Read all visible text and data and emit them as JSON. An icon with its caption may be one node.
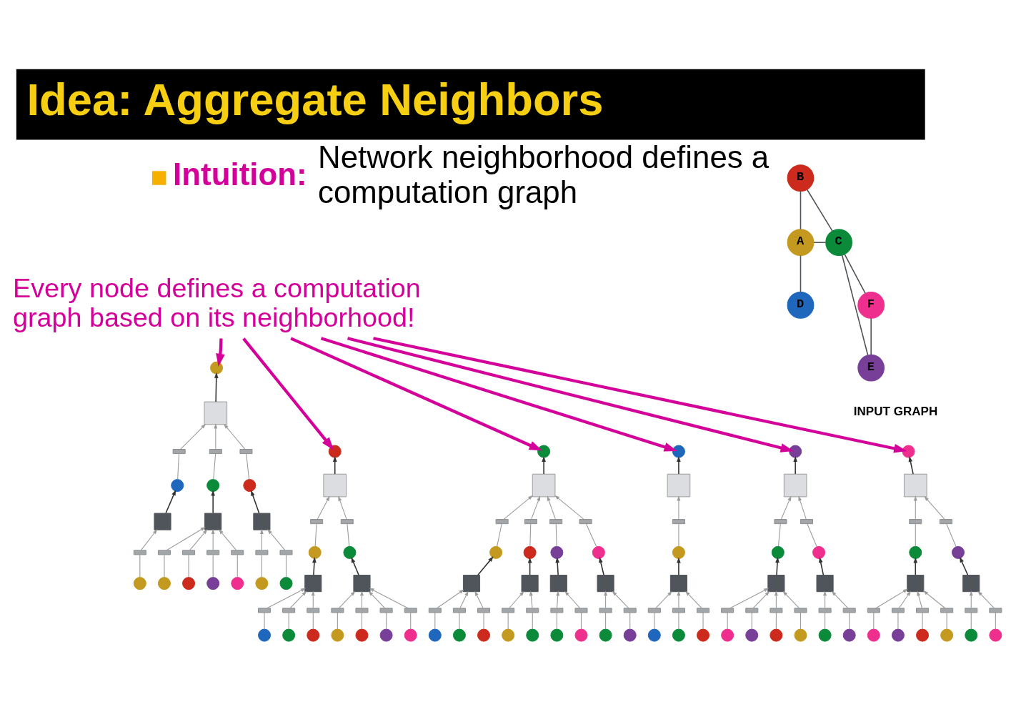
{
  "diagram": {
    "title": "Idea: Aggregate Neighbors",
    "nodes": [
      {
        "text": [
          "A"
        ]
      },
      {
        "text": [
          "B"
        ]
      },
      {
        "text": [
          "C"
        ]
      },
      {
        "text": [
          "D"
        ]
      },
      {
        "text": [
          "E"
        ]
      },
      {
        "text": [
          "F"
        ]
      },
      {
        "text": [
          "Every node defines a computation graph based on its neighborhood!"
        ]
      },
      {
        "text": [],
        "shape": "circle"
      },
      {
        "text": [],
        "shape": "box"
      },
      {
        "text": [],
        "shape": "bar"
      },
      {
        "text": [],
        "shape": "bar"
      },
      {
        "text": [],
        "shape": "bar"
      },
      {
        "text": [],
        "shape": "circle"
      },
      {
        "text": [],
        "shape": "circle"
      },
      {
        "text": [],
        "shape": "circle"
      },
      {
        "text": [],
        "shape": "box"
      },
      {
        "text": [],
        "shape": "box"
      },
      {
        "text": [],
        "shape": "box"
      },
      {
        "text": [],
        "shape": "bar"
      },
      {
        "text": [],
        "shape": "bar"
      },
      {
        "text": [],
        "shape": "bar"
      },
      {
        "text": [],
        "shape": "bar"
      },
      {
        "text": [],
        "shape": "bar"
      },
      {
        "text": [],
        "shape": "bar"
      },
      {
        "text": [],
        "shape": "bar"
      },
      {
        "text": [],
        "shape": "circle"
      },
      {
        "text": [],
        "shape": "circle"
      },
      {
        "text": [],
        "shape": "circle"
      },
      {
        "text": [],
        "shape": "circle"
      },
      {
        "text": [],
        "shape": "circle"
      },
      {
        "text": [],
        "shape": "circle"
      },
      {
        "text": [],
        "shape": "circle"
      },
      {
        "text": [],
        "shape": "circle"
      },
      {
        "text": [],
        "shape": "box"
      },
      {
        "text": [],
        "shape": "bar"
      },
      {
        "text": [],
        "shape": "bar"
      },
      {
        "text": [],
        "shape": "circle"
      },
      {
        "text": [],
        "shape": "circle"
      },
      {
        "text": [],
        "shape": "box"
      },
      {
        "text": [],
        "shape": "box"
      },
      {
        "text": [],
        "shape": "bar"
      },
      {
        "text": [],
        "shape": "bar"
      },
      {
        "text": [],
        "shape": "bar"
      },
      {
        "text": [],
        "shape": "bar"
      },
      {
        "text": [],
        "shape": "bar"
      },
      {
        "text": [],
        "shape": "bar"
      },
      {
        "text": [],
        "shape": "bar"
      },
      {
        "text": [],
        "shape": "circle"
      },
      {
        "text": [],
        "shape": "circle"
      },
      {
        "text": [],
        "shape": "circle"
      },
      {
        "text": [],
        "shape": "circle"
      },
      {
        "text": [],
        "shape": "circle"
      },
      {
        "text": [],
        "shape": "circle"
      },
      {
        "text": [],
        "shape": "circle"
      },
      {
        "text": [],
        "shape": "circle"
      },
      {
        "text": [],
        "shape": "box"
      },
      {
        "text": [],
        "shape": "bar"
      },
      {
        "text": [],
        "shape": "bar"
      },
      {
        "text": [],
        "shape": "bar"
      },
      {
        "text": [],
        "shape": "bar"
      },
      {
        "text": [],
        "shape": "circle"
      },
      {
        "text": [],
        "shape": "circle"
      },
      {
        "text": [],
        "shape": "circle"
      },
      {
        "text": [],
        "shape": "circle"
      },
      {
        "text": [],
        "shape": "box"
      },
      {
        "text": [],
        "shape": "box"
      },
      {
        "text": [],
        "shape": "box"
      },
      {
        "text": [],
        "shape": "box"
      },
      {
        "text": [],
        "shape": "bar"
      },
      {
        "text": [],
        "shape": "bar"
      },
      {
        "text": [],
        "shape": "bar"
      },
      {
        "text": [],
        "shape": "bar"
      },
      {
        "text": [],
        "shape": "bar"
      },
      {
        "text": [],
        "shape": "bar"
      },
      {
        "text": [],
        "shape": "bar"
      },
      {
        "text": [],
        "shape": "bar"
      },
      {
        "text": [],
        "shape": "bar"
      },
      {
        "text": [],
        "shape": "circle"
      },
      {
        "text": [],
        "shape": "circle"
      },
      {
        "text": [],
        "shape": "circle"
      },
      {
        "text": [],
        "shape": "circle"
      },
      {
        "text": [],
        "shape": "circle"
      },
      {
        "text": [],
        "shape": "circle"
      },
      {
        "text": [],
        "shape": "circle"
      },
      {
        "text": [],
        "shape": "circle"
      },
      {
        "text": [],
        "shape": "circle"
      },
      {
        "text": [],
        "shape": "circle"
      },
      {
        "text": [],
        "shape": "box"
      },
      {
        "text": [],
        "shape": "bar"
      },
      {
        "text": [],
        "shape": "circle"
      },
      {
        "text": [],
        "shape": "box"
      },
      {
        "text": [],
        "shape": "bar"
      },
      {
        "text": [],
        "shape": "bar"
      },
      {
        "text": [],
        "shape": "bar"
      },
      {
        "text": [],
        "shape": "circle"
      },
      {
        "text": [],
        "shape": "circle"
      },
      {
        "text": [],
        "shape": "circle"
      },
      {
        "text": [],
        "shape": "circle"
      },
      {
        "text": [],
        "shape": "box"
      },
      {
        "text": [],
        "shape": "bar"
      },
      {
        "text": [],
        "shape": "bar"
      },
      {
        "text": [],
        "shape": "circle"
      },
      {
        "text": [],
        "shape": "circle"
      },
      {
        "text": [],
        "shape": "box"
      },
      {
        "text": [],
        "shape": "box"
      },
      {
        "text": [],
        "shape": "bar"
      },
      {
        "text": [],
        "shape": "bar"
      },
      {
        "text": [],
        "shape": "bar"
      },
      {
        "text": [],
        "shape": "bar"
      },
      {
        "text": [],
        "shape": "bar"
      },
      {
        "text": [],
        "shape": "bar"
      },
      {
        "text": [],
        "shape": "circle"
      },
      {
        "text": [],
        "shape": "circle"
      },
      {
        "text": [],
        "shape": "circle"
      },
      {
        "text": [],
        "shape": "circle"
      },
      {
        "text": [],
        "shape": "circle"
      },
      {
        "text": [],
        "shape": "circle"
      },
      {
        "text": [],
        "shape": "circle"
      },
      {
        "text": [],
        "shape": "box"
      },
      {
        "text": [],
        "shape": "bar"
      },
      {
        "text": [],
        "shape": "bar"
      },
      {
        "text": [],
        "shape": "circle"
      },
      {
        "text": [],
        "shape": "circle"
      },
      {
        "text": [],
        "shape": "box"
      },
      {
        "text": [],
        "shape": "box"
      },
      {
        "text": [],
        "shape": "bar"
      },
      {
        "text": [],
        "shape": "bar"
      },
      {
        "text": [],
        "shape": "bar"
      },
      {
        "text": [],
        "shape": "bar"
      },
      {
        "text": [],
        "shape": "bar"
      },
      {
        "text": [],
        "shape": "bar"
      },
      {
        "text": [],
        "shape": "circle"
      },
      {
        "text": [],
        "shape": "circle"
      },
      {
        "text": [],
        "shape": "circle"
      },
      {
        "text": [],
        "shape": "circle"
      },
      {
        "text": [],
        "shape": "circle"
      },
      {
        "text": [],
        "shape": "circle"
      }
    ],
    "edges": [
      {
        "from": 0,
        "to": 1,
        "arrow": "none",
        "color": "#4d5257"
      },
      {
        "from": 2,
        "to": 1,
        "arrow": "none",
        "color": "#4d5257"
      },
      {
        "from": 0,
        "to": 2,
        "arrow": "none",
        "color": "#4d5257"
      },
      {
        "from": 3,
        "to": 0,
        "arrow": "none",
        "color": "#4d5257"
      },
      {
        "from": 4,
        "to": 2,
        "arrow": "none",
        "color": "#4d5257"
      },
      {
        "from": 5,
        "to": 2,
        "arrow": "none",
        "color": "#4d5257"
      },
      {
        "from": 4,
        "to": 5,
        "arrow": "none",
        "color": "#4d5257"
      },
      {
        "from": 6,
        "to": 7,
        "arrow": "to",
        "style": "thick",
        "color": "#d4009a"
      },
      {
        "from": 6,
        "to": 32,
        "arrow": "to",
        "style": "thick",
        "color": "#d4009a"
      },
      {
        "from": 6,
        "to": 54,
        "arrow": "to",
        "style": "thick",
        "color": "#d4009a"
      },
      {
        "from": 6,
        "to": 86,
        "arrow": "to",
        "style": "thick",
        "color": "#d4009a"
      },
      {
        "from": 6,
        "to": 97,
        "arrow": "to",
        "style": "thick",
        "color": "#d4009a"
      },
      {
        "from": 6,
        "to": 117,
        "arrow": "to",
        "style": "thick",
        "color": "#d4009a"
      },
      {
        "from": 8,
        "to": 7,
        "arrow": "to",
        "color": "#333333"
      },
      {
        "from": 12,
        "to": 9,
        "arrow": "none"
      },
      {
        "from": 9,
        "to": 8,
        "arrow": "to"
      },
      {
        "from": 13,
        "to": 10,
        "arrow": "none"
      },
      {
        "from": 10,
        "to": 8,
        "arrow": "to"
      },
      {
        "from": 14,
        "to": 11,
        "arrow": "none"
      },
      {
        "from": 11,
        "to": 8,
        "arrow": "to"
      },
      {
        "from": 15,
        "to": 12,
        "arrow": "to",
        "color": "#333333"
      },
      {
        "from": 16,
        "to": 13,
        "arrow": "to",
        "color": "#333333"
      },
      {
        "from": 17,
        "to": 14,
        "arrow": "to",
        "color": "#333333"
      },
      {
        "from": 25,
        "to": 18,
        "arrow": "none"
      },
      {
        "from": 18,
        "to": 15,
        "arrow": "to"
      },
      {
        "from": 26,
        "to": 19,
        "arrow": "none"
      },
      {
        "from": 19,
        "to": 16,
        "arrow": "to"
      },
      {
        "from": 27,
        "to": 20,
        "arrow": "none"
      },
      {
        "from": 20,
        "to": 16,
        "arrow": "to"
      },
      {
        "from": 28,
        "to": 21,
        "arrow": "none"
      },
      {
        "from": 21,
        "to": 16,
        "arrow": "to"
      },
      {
        "from": 29,
        "to": 22,
        "arrow": "none"
      },
      {
        "from": 22,
        "to": 16,
        "arrow": "to"
      },
      {
        "from": 30,
        "to": 23,
        "arrow": "none"
      },
      {
        "from": 23,
        "to": 17,
        "arrow": "to"
      },
      {
        "from": 31,
        "to": 24,
        "arrow": "none"
      },
      {
        "from": 24,
        "to": 17,
        "arrow": "to"
      },
      {
        "from": 33,
        "to": 32,
        "arrow": "to",
        "color": "#333333"
      },
      {
        "from": 36,
        "to": 34,
        "arrow": "none"
      },
      {
        "from": 34,
        "to": 33,
        "arrow": "to"
      },
      {
        "from": 37,
        "to": 35,
        "arrow": "none"
      },
      {
        "from": 35,
        "to": 33,
        "arrow": "to"
      },
      {
        "from": 38,
        "to": 36,
        "arrow": "to",
        "color": "#333333"
      },
      {
        "from": 39,
        "to": 37,
        "arrow": "to",
        "color": "#333333"
      },
      {
        "from": 47,
        "to": 40,
        "arrow": "none"
      },
      {
        "from": 40,
        "to": 38,
        "arrow": "to"
      },
      {
        "from": 48,
        "to": 41,
        "arrow": "none"
      },
      {
        "from": 41,
        "to": 38,
        "arrow": "to"
      },
      {
        "from": 49,
        "to": 42,
        "arrow": "none"
      },
      {
        "from": 42,
        "to": 38,
        "arrow": "to"
      },
      {
        "from": 50,
        "to": 43,
        "arrow": "none"
      },
      {
        "from": 43,
        "to": 39,
        "arrow": "to"
      },
      {
        "from": 51,
        "to": 44,
        "arrow": "none"
      },
      {
        "from": 44,
        "to": 39,
        "arrow": "to"
      },
      {
        "from": 52,
        "to": 45,
        "arrow": "none"
      },
      {
        "from": 45,
        "to": 39,
        "arrow": "to"
      },
      {
        "from": 53,
        "to": 46,
        "arrow": "none"
      },
      {
        "from": 46,
        "to": 39,
        "arrow": "to"
      },
      {
        "from": 55,
        "to": 54,
        "arrow": "to",
        "color": "#333333"
      },
      {
        "from": 60,
        "to": 56,
        "arrow": "none"
      },
      {
        "from": 56,
        "to": 55,
        "arrow": "to"
      },
      {
        "from": 61,
        "to": 57,
        "arrow": "none"
      },
      {
        "from": 57,
        "to": 55,
        "arrow": "to"
      },
      {
        "from": 62,
        "to": 58,
        "arrow": "none"
      },
      {
        "from": 58,
        "to": 55,
        "arrow": "to"
      },
      {
        "from": 63,
        "to": 59,
        "arrow": "none"
      },
      {
        "from": 59,
        "to": 55,
        "arrow": "to"
      },
      {
        "from": 64,
        "to": 60,
        "arrow": "to",
        "color": "#333333"
      },
      {
        "from": 65,
        "to": 61,
        "arrow": "to",
        "color": "#333333"
      },
      {
        "from": 66,
        "to": 62,
        "arrow": "to",
        "color": "#333333"
      },
      {
        "from": 67,
        "to": 63,
        "arrow": "to",
        "color": "#333333"
      },
      {
        "from": 77,
        "to": 68,
        "arrow": "none"
      },
      {
        "from": 68,
        "to": 64,
        "arrow": "to"
      },
      {
        "from": 78,
        "to": 69,
        "arrow": "none"
      },
      {
        "from": 69,
        "to": 64,
        "arrow": "to"
      },
      {
        "from": 79,
        "to": 70,
        "arrow": "none"
      },
      {
        "from": 70,
        "to": 64,
        "arrow": "to"
      },
      {
        "from": 80,
        "to": 71,
        "arrow": "none"
      },
      {
        "from": 71,
        "to": 65,
        "arrow": "to"
      },
      {
        "from": 81,
        "to": 72,
        "arrow": "none"
      },
      {
        "from": 72,
        "to": 65,
        "arrow": "to"
      },
      {
        "from": 82,
        "to": 73,
        "arrow": "none"
      },
      {
        "from": 73,
        "to": 66,
        "arrow": "to"
      },
      {
        "from": 83,
        "to": 74,
        "arrow": "none"
      },
      {
        "from": 74,
        "to": 66,
        "arrow": "to"
      },
      {
        "from": 84,
        "to": 75,
        "arrow": "none"
      },
      {
        "from": 75,
        "to": 67,
        "arrow": "to"
      },
      {
        "from": 85,
        "to": 76,
        "arrow": "none"
      },
      {
        "from": 76,
        "to": 67,
        "arrow": "to"
      },
      {
        "from": 87,
        "to": 86,
        "arrow": "to",
        "color": "#333333"
      },
      {
        "from": 89,
        "to": 88,
        "arrow": "none"
      },
      {
        "from": 88,
        "to": 87,
        "arrow": "to"
      },
      {
        "from": 90,
        "to": 89,
        "arrow": "to",
        "color": "#333333"
      },
      {
        "from": 94,
        "to": 91,
        "arrow": "none"
      },
      {
        "from": 91,
        "to": 90,
        "arrow": "to"
      },
      {
        "from": 95,
        "to": 92,
        "arrow": "none"
      },
      {
        "from": 92,
        "to": 90,
        "arrow": "to"
      },
      {
        "from": 96,
        "to": 93,
        "arrow": "none"
      },
      {
        "from": 93,
        "to": 90,
        "arrow": "to"
      },
      {
        "from": 98,
        "to": 97,
        "arrow": "to",
        "color": "#333333"
      },
      {
        "from": 101,
        "to": 99,
        "arrow": "none"
      },
      {
        "from": 99,
        "to": 98,
        "arrow": "to"
      },
      {
        "from": 102,
        "to": 100,
        "arrow": "none"
      },
      {
        "from": 100,
        "to": 98,
        "arrow": "to"
      },
      {
        "from": 103,
        "to": 101,
        "arrow": "to",
        "color": "#333333"
      },
      {
        "from": 104,
        "to": 102,
        "arrow": "to",
        "color": "#333333"
      },
      {
        "from": 111,
        "to": 105,
        "arrow": "none"
      },
      {
        "from": 105,
        "to": 103,
        "arrow": "to"
      },
      {
        "from": 112,
        "to": 106,
        "arrow": "none"
      },
      {
        "from": 106,
        "to": 103,
        "arrow": "to"
      },
      {
        "from": 113,
        "to": 107,
        "arrow": "none"
      },
      {
        "from": 107,
        "to": 103,
        "arrow": "to"
      },
      {
        "from": 114,
        "to": 108,
        "arrow": "none"
      },
      {
        "from": 108,
        "to": 103,
        "arrow": "to"
      },
      {
        "from": 115,
        "to": 109,
        "arrow": "none"
      },
      {
        "from": 109,
        "to": 104,
        "arrow": "to"
      },
      {
        "from": 116,
        "to": 110,
        "arrow": "none"
      },
      {
        "from": 110,
        "to": 104,
        "arrow": "to"
      },
      {
        "from": 118,
        "to": 117,
        "arrow": "to",
        "color": "#333333"
      },
      {
        "from": 121,
        "to": 119,
        "arrow": "none"
      },
      {
        "from": 119,
        "to": 118,
        "arrow": "to"
      },
      {
        "from": 122,
        "to": 120,
        "arrow": "none"
      },
      {
        "from": 120,
        "to": 118,
        "arrow": "to"
      },
      {
        "from": 123,
        "to": 121,
        "arrow": "to",
        "color": "#333333"
      },
      {
        "from": 124,
        "to": 122,
        "arrow": "to",
        "color": "#333333"
      },
      {
        "from": 131,
        "to": 125,
        "arrow": "none"
      },
      {
        "from": 125,
        "to": 123,
        "arrow": "to"
      },
      {
        "from": 132,
        "to": 126,
        "arrow": "none"
      },
      {
        "from": 126,
        "to": 123,
        "arrow": "to"
      },
      {
        "from": 133,
        "to": 127,
        "arrow": "none"
      },
      {
        "from": 127,
        "to": 123,
        "arrow": "to"
      },
      {
        "from": 134,
        "to": 128,
        "arrow": "none"
      },
      {
        "from": 128,
        "to": 123,
        "arrow": "to"
      },
      {
        "from": 135,
        "to": 129,
        "arrow": "none"
      },
      {
        "from": 129,
        "to": 124,
        "arrow": "to"
      },
      {
        "from": 136,
        "to": 130,
        "arrow": "none"
      },
      {
        "from": 130,
        "to": 124,
        "arrow": "to"
      }
    ],
    "labels": [
      "Intuition:",
      "Network neighborhood defines a computation graph",
      "INPUT GRAPH"
    ]
  }
}
